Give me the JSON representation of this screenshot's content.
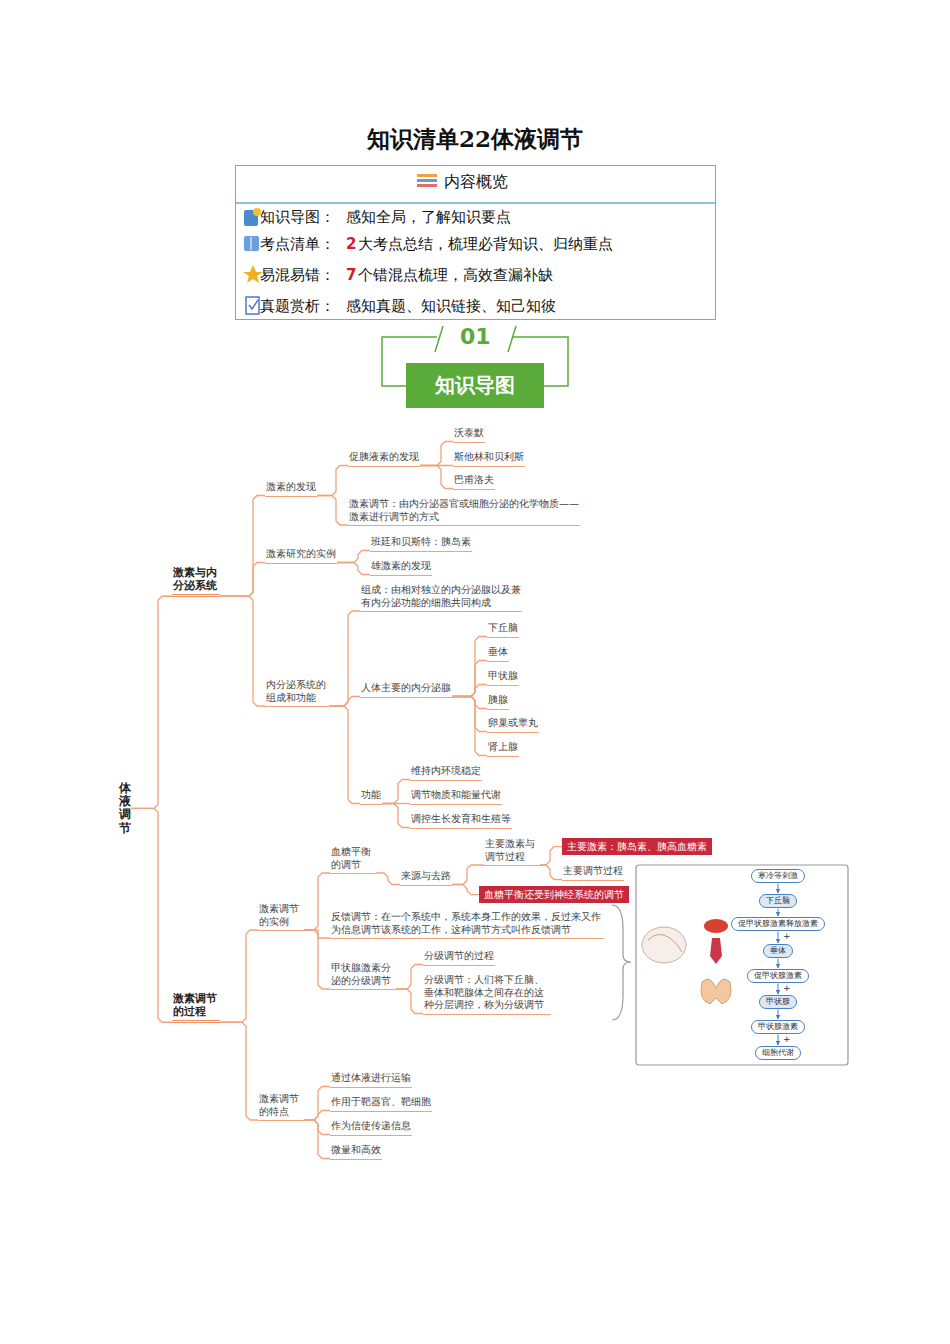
{
  "diagram": {
    "title": "知识清单22体液调节",
    "nodes": [
      {
        "text": [
          "内容概览",
          "知识导图：",
          "感知全局，了解知识要点",
          "考点清单：",
          "2",
          "大考点总结，梳理必背知识、归纳重点",
          "易混易错：",
          "7",
          "个错混点梳理，高效查漏补缺",
          "真题赏析：",
          "感知真题、知识链接、知己知彼"
        ]
      },
      {
        "text": [
          "知识导图"
        ]
      },
      {
        "text": [
          "体液调节"
        ]
      },
      {
        "text": [
          "激素与内分泌系统"
        ]
      },
      {
        "text": [
          "激素调节的过程"
        ]
      },
      {
        "text": [
          "激素的发现"
        ]
      },
      {
        "text": [
          "激素研究的实例"
        ]
      },
      {
        "text": [
          "内分泌系统的组成和功能"
        ]
      },
      {
        "text": [
          "促胰液素的发现"
        ]
      },
      {
        "text": [
          "激素调节：由内分泌器官或细胞分泌的化学物质——激素进行调节的方式"
        ]
      },
      {
        "text": [
          "沃泰默"
        ]
      },
      {
        "text": [
          "斯他林和贝利斯"
        ]
      },
      {
        "text": [
          "巴甫洛夫"
        ]
      },
      {
        "text": [
          "班廷和贝斯特：胰岛素"
        ]
      },
      {
        "text": [
          "雄激素的发现"
        ]
      },
      {
        "text": [
          "组成：由相对独立的内分泌腺以及兼有内分泌功能的细胞共同构成"
        ]
      },
      {
        "text": [
          "人体主要的内分泌腺"
        ]
      },
      {
        "text": [
          "功能"
        ]
      },
      {
        "text": [
          "下丘脑"
        ]
      },
      {
        "text": [
          "垂体"
        ]
      },
      {
        "text": [
          "甲状腺"
        ]
      },
      {
        "text": [
          "胰腺"
        ]
      },
      {
        "text": [
          "卵巢或睾丸"
        ]
      },
      {
        "text": [
          "肾上腺"
        ]
      },
      {
        "text": [
          "维持内环境稳定"
        ]
      },
      {
        "text": [
          "调节物质和能量代谢"
        ]
      },
      {
        "text": [
          "调控生长发育和生殖等"
        ]
      },
      {
        "text": [
          "激素调节的实例"
        ]
      },
      {
        "text": [
          "激素调节的特点"
        ]
      },
      {
        "text": [
          "血糖平衡的调节"
        ]
      },
      {
        "text": [
          "反馈调节：在一个系统中，系统本身工作的效果，反过来又作为信息调节该系统的工作，这种调节方式叫作反馈调节"
        ]
      },
      {
        "text": [
          "甲状腺激素分泌的分级调节"
        ]
      },
      {
        "text": [
          "来源与去路"
        ]
      },
      {
        "text": [
          "主要激素与调节过程"
        ]
      },
      {
        "text": [
          "主要调节过程"
        ]
      },
      {
        "text": [
          "主要激素：胰岛素、胰高血糖素"
        ]
      },
      {
        "text": [
          "血糖平衡还受到神经系统的调节"
        ]
      },
      {
        "text": [
          "分级调节的过程"
        ]
      },
      {
        "text": [
          "分级调节：人们将下丘脑、垂体和靶腺体之间存在的这种分层调控，称为分级调节"
        ]
      },
      {
        "text": [
          "寒冷等刺激"
        ]
      },
      {
        "text": [
          "下丘脑"
        ]
      },
      {
        "text": [
          "促甲状腺激素释放激素"
        ]
      },
      {
        "text": [
          "垂体"
        ]
      },
      {
        "text": [
          "促甲状腺激素"
        ]
      },
      {
        "text": [
          "甲状腺"
        ]
      },
      {
        "text": [
          "甲状腺激素"
        ]
      },
      {
        "text": [
          "细胞代谢"
        ]
      },
      {
        "text": [
          "通过体液进行运输"
        ]
      },
      {
        "text": [
          "作用于靶器官、靶细胞"
        ]
      },
      {
        "text": [
          "作为信使传递信息"
        ]
      },
      {
        "text": [
          "微量和高效"
        ]
      }
    ],
    "edges": [
      {
        "from": 2,
        "to": 3,
        "arrow": "none"
      },
      {
        "from": 2,
        "to": 4,
        "arrow": "none"
      },
      {
        "from": 3,
        "to": 5,
        "arrow": "none"
      },
      {
        "from": 3,
        "to": 6,
        "arrow": "none"
      },
      {
        "from": 3,
        "to": 7,
        "arrow": "none"
      },
      {
        "from": 5,
        "to": 8,
        "arrow": "none"
      },
      {
        "from": 5,
        "to": 9,
        "arrow": "none"
      },
      {
        "from": 8,
        "to": 10,
        "arrow": "none"
      },
      {
        "from": 8,
        "to": 11,
        "arrow": "none"
      },
      {
        "from": 8,
        "to": 12,
        "arrow": "none"
      },
      {
        "from": 6,
        "to": 13,
        "arrow": "none"
      },
      {
        "from": 6,
        "to": 14,
        "arrow": "none"
      },
      {
        "from": 7,
        "to": 15,
        "arrow": "none"
      },
      {
        "from": 7,
        "to": 16,
        "arrow": "none"
      },
      {
        "from": 7,
        "to": 17,
        "arrow": "none"
      },
      {
        "from": 16,
        "to": 18,
        "arrow": "none"
      },
      {
        "from": 16,
        "to": 19,
        "arrow": "none"
      },
      {
        "from": 16,
        "to": 20,
        "arrow": "none"
      },
      {
        "from": 16,
        "to": 21,
        "arrow": "none"
      },
      {
        "from": 16,
        "to": 22,
        "arrow": "none"
      },
      {
        "from": 16,
        "to": 23,
        "arrow": "none"
      },
      {
        "from": 17,
        "to": 24,
        "arrow": "none"
      },
      {
        "from": 17,
        "to": 25,
        "arrow": "none"
      },
      {
        "from": 17,
        "to": 26,
        "arrow": "none"
      },
      {
        "from": 4,
        "to": 27,
        "arrow": "none"
      },
      {
        "from": 4,
        "to": 28,
        "arrow": "none"
      },
      {
        "from": 27,
        "to": 29,
        "arrow": "none"
      },
      {
        "from": 27,
        "to": 30,
        "arrow": "none"
      },
      {
        "from": 27,
        "to": 31,
        "arrow": "none"
      },
      {
        "from": 29,
        "to": 32,
        "arrow": "none"
      },
      {
        "from": 32,
        "to": 33,
        "arrow": "none"
      },
      {
        "from": 32,
        "to": 36,
        "arrow": "none"
      },
      {
        "from": 33,
        "to": 35,
        "arrow": "none"
      },
      {
        "from": 33,
        "to": 34,
        "arrow": "none"
      },
      {
        "from": 31,
        "to": 37,
        "arrow": "none"
      },
      {
        "from": 31,
        "to": 38,
        "arrow": "none"
      },
      {
        "from": 28,
        "to": 47,
        "arrow": "none"
      },
      {
        "from": 28,
        "to": 48,
        "arrow": "none"
      },
      {
        "from": 28,
        "to": 49,
        "arrow": "none"
      },
      {
        "from": 28,
        "to": 50,
        "arrow": "none"
      },
      {
        "from": 39,
        "to": 40,
        "arrow": "to"
      },
      {
        "from": 40,
        "to": 41,
        "arrow": "to"
      },
      {
        "from": 41,
        "to": 42,
        "arrow": "to",
        "label": "+"
      },
      {
        "from": 42,
        "to": 43,
        "arrow": "to"
      },
      {
        "from": 43,
        "to": 44,
        "arrow": "to",
        "label": "+"
      },
      {
        "from": 44,
        "to": 45,
        "arrow": "to"
      },
      {
        "from": 45,
        "to": 46,
        "arrow": "to",
        "label": "+"
      }
    ],
    "labels": [
      "01"
    ]
  }
}
